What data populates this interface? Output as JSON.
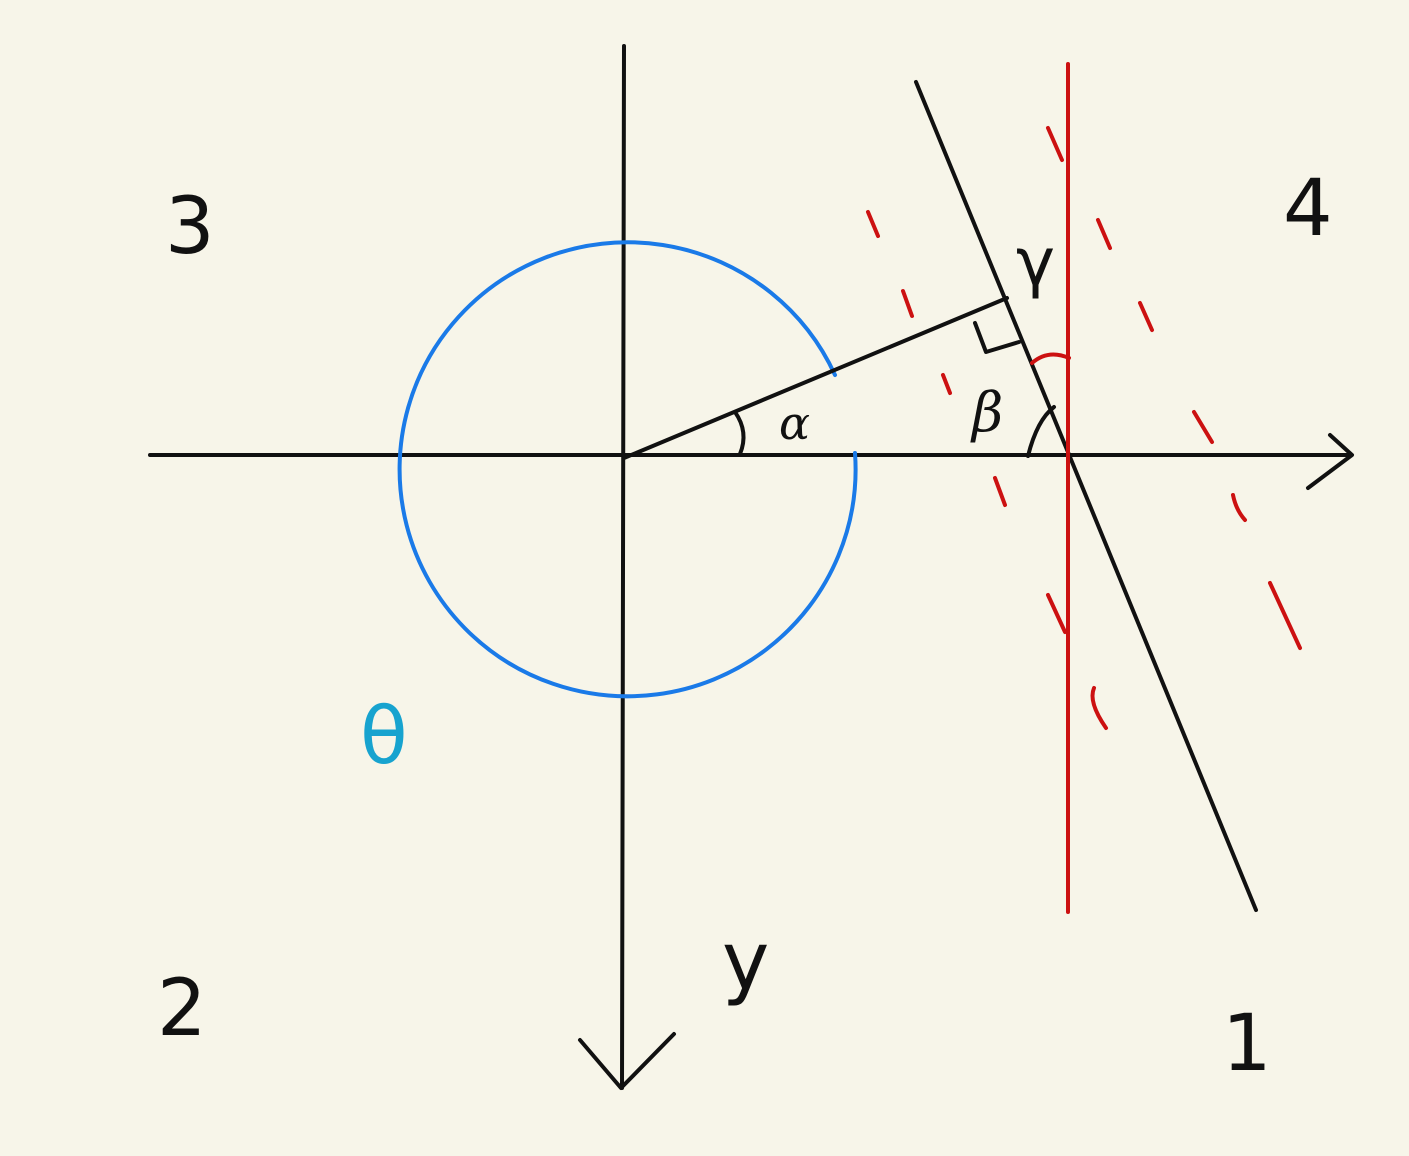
{
  "colors": {
    "background": "#f7f5e9",
    "ink": "#111111",
    "circle": "#1a7ae8",
    "theta": "#17a3cf",
    "red_line": "#cc1111"
  },
  "quadrants": {
    "q1": "1",
    "q2": "2",
    "q3": "3",
    "q4": "4"
  },
  "axis_labels": {
    "y": "y"
  },
  "symbols": {
    "gamma": "γ",
    "alpha": "α",
    "beta": "β",
    "theta": "θ"
  }
}
